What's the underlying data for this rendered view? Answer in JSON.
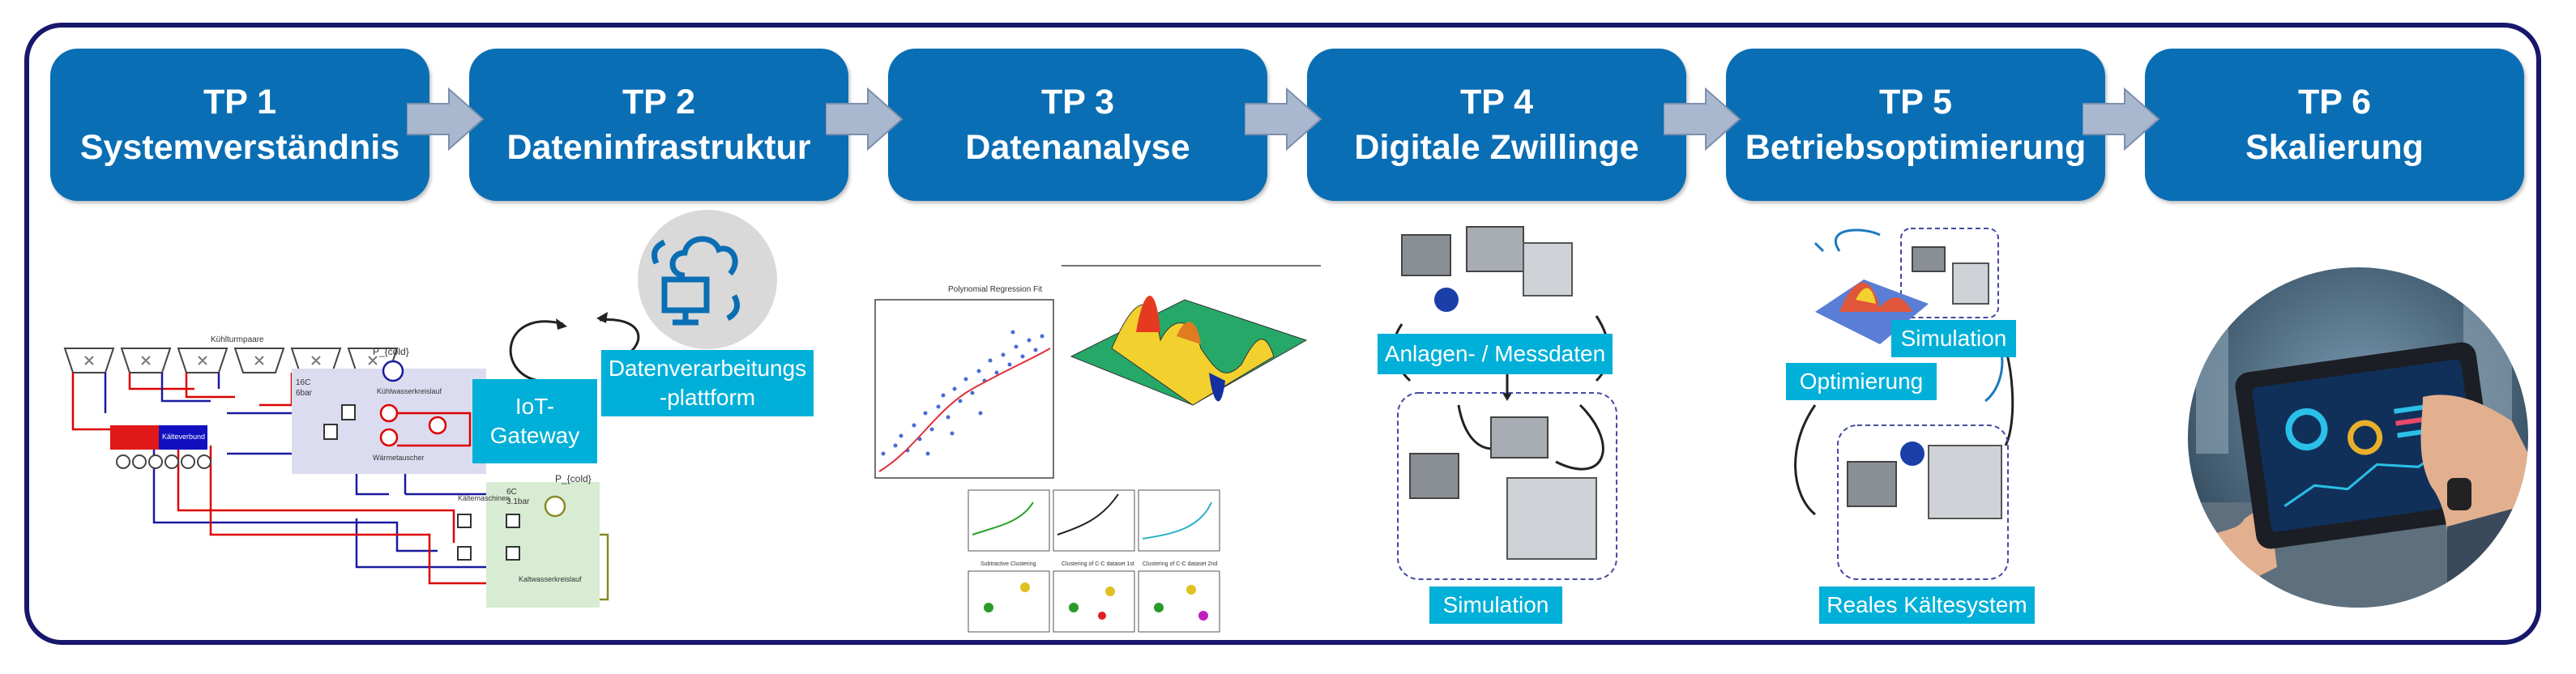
{
  "colors": {
    "frame": "#17186b",
    "box": "#0a6eb4",
    "label": "#00b0d8",
    "arrow": "#a9b8cf"
  },
  "steps": [
    {
      "num": "TP 1",
      "title": "Systemverständnis"
    },
    {
      "num": "TP 2",
      "title": "Dateninfrastruktur"
    },
    {
      "num": "TP 3",
      "title": "Datenanalyse"
    },
    {
      "num": "TP 4",
      "title": "Digitale Zwillinge"
    },
    {
      "num": "TP 5",
      "title": "Betriebsoptimierung"
    },
    {
      "num": "TP 6",
      "title": "Skalierung"
    }
  ],
  "tp1": {
    "pump_label": "Kühlturmpaare",
    "p_cold": "P_{cold}",
    "temp1": "16C",
    "bar1": "6bar",
    "temp2": "6C",
    "bar2": "3.1bar",
    "heat_exchanger": "Wärmetauscher",
    "circuit1": "Kühlwasserkreislauf",
    "chillers": "Kältemaschinen",
    "circuit2": "Kaltwasserkreislauf"
  },
  "tp2": {
    "gateway": "IoT-\nGateway",
    "platform": "Datenverarbeitungs\n-plattform",
    "cloud_icon": "cloud-computer-icon"
  },
  "tp3": {
    "regression_title": "Polynomial Regression Fit",
    "cluster1": "Subtractive Clustering",
    "cluster2": "Clustering of C-C dataset 1st",
    "cluster3": "Clustering of C-C dataset 2nd"
  },
  "tp4": {
    "data_label": "Anlagen- / Messdaten",
    "sim_label": "Simulation"
  },
  "tp5": {
    "sim_label": "Simulation",
    "opt_label": "Optimierung",
    "real_label": "Reales Kältesystem"
  },
  "tp6": {
    "image": "tablet-dashboard-photo"
  }
}
